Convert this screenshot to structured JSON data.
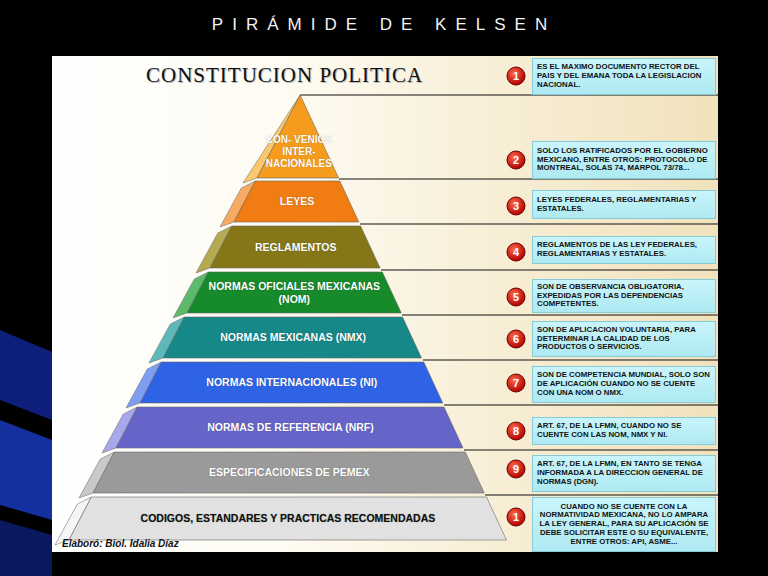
{
  "diagram": {
    "title": "PIRÁMIDE DE KELSEN",
    "nodes": [
      {
        "text": [
          "CON- VENIOS INTER- NACIONALES"
        ]
      },
      {
        "text": [
          "LEYES"
        ]
      },
      {
        "text": [
          "REGLAMENTOS"
        ]
      },
      {
        "text": [
          "NORMAS OFICIALES MEXICANAS (NOM)"
        ]
      },
      {
        "text": [
          "NORMAS MEXICANAS (NMX)"
        ]
      },
      {
        "text": [
          "NORMAS INTERNACIONALES (NI)"
        ]
      },
      {
        "text": [
          "NORMAS DE REFERENCIA (NRF)"
        ]
      },
      {
        "text": [
          "ESPECIFICACIONES DE PEMEX"
        ]
      },
      {
        "text": [
          "CODIGOS, ESTANDARES Y PRACTICAS RECOMENDADAS"
        ]
      },
      {
        "text": [
          "1"
        ]
      },
      {
        "text": [
          "ES EL MAXIMO DOCUMENTO RECTOR DEL PAIS Y DEL EMANA TODA LA LEGISLACION NACIONAL."
        ]
      },
      {
        "text": [
          "2"
        ]
      },
      {
        "text": [
          "SOLO LOS RATIFICADOS POR EL GOBIERNO MEXICANO, ENTRE OTROS: PROTOCOLO DE MONTREAL, SOLAS 74, MARPOL 73/78..."
        ]
      },
      {
        "text": [
          "3"
        ]
      },
      {
        "text": [
          "LEYES FEDERALES, REGLAMENTARIAS Y ESTATALES."
        ]
      },
      {
        "text": [
          "4"
        ]
      },
      {
        "text": [
          "REGLAMENTOS DE LAS LEY FEDERALES, REGLAMENTARIAS Y ESTATALES."
        ]
      },
      {
        "text": [
          "5"
        ]
      },
      {
        "text": [
          "SON DE OBSERVANCIA OBLIGATORIA, EXPEDIDAS POR LAS DEPENDENCIAS COMPETENTES."
        ]
      },
      {
        "text": [
          "6"
        ]
      },
      {
        "text": [
          "SON DE APLICACION VOLUNTARIA, PARA DETERMINAR LA CALIDAD DE LOS PRODUCTOS O SERVICIOS."
        ]
      },
      {
        "text": [
          "7"
        ]
      },
      {
        "text": [
          "SON DE COMPETENCIA MUNDIAL, SOLO SON DE APLICACIÓN CUANDO NO SE CUENTE CON UNA NOM O NMX."
        ]
      },
      {
        "text": [
          "8"
        ]
      },
      {
        "text": [
          "ART. 67, DE LA LFMN, CUANDO NO SE CUENTE CON LAS NOM, NMX Y NI."
        ]
      },
      {
        "text": [
          "9"
        ]
      },
      {
        "text": [
          "ART. 67, DE LA LFMN, EN TANTO SE TENGA INFORMADA A LA DIRECCION GENERAL DE NORMAS (DGN)."
        ]
      },
      {
        "text": [
          "1"
        ]
      },
      {
        "text": [
          "CUANDO NO SE CUENTE CON LA NORMATIVIDAD MEXICANA, NO LO AMPARA LA LEY GENERAL, PARA SU APLICACIÓN SE DEBE SOLICITAR ESTE O SU EQUIVALENTE, ENTRE OTROS: API, ASME..."
        ]
      }
    ],
    "labels": [
      "CONSTITUCION POLITICA",
      "Elaboró: Biol. Idalia Díaz"
    ]
  }
}
